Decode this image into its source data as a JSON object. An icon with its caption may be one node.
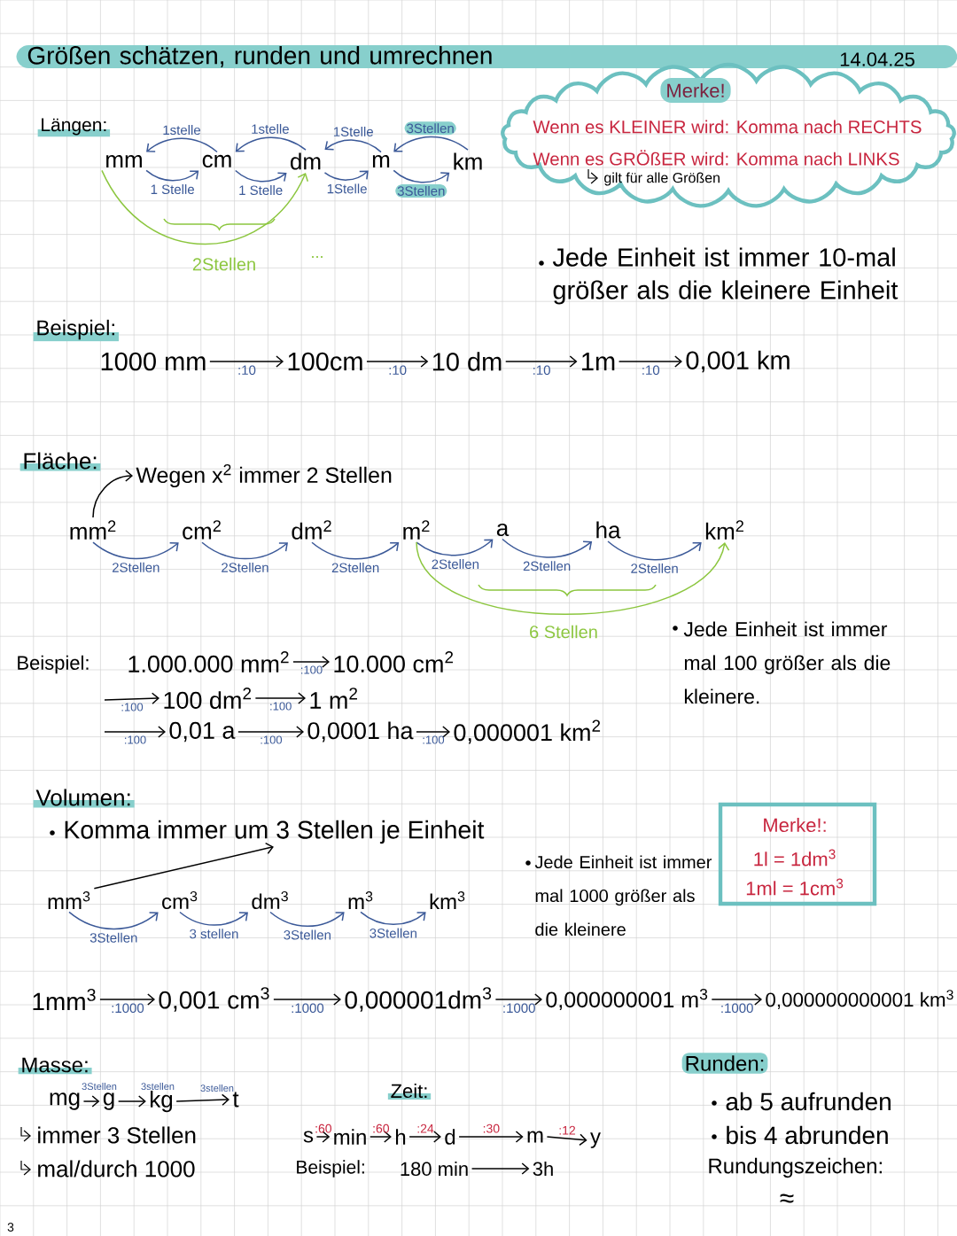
{
  "diagram": {
    "title": "Größen schätzen, runden und umrechnen",
    "nodes": [
      {
        "text": [
          "mm"
        ]
      },
      {
        "text": [
          "cm"
        ]
      },
      {
        "text": [
          "dm"
        ]
      },
      {
        "text": [
          "m"
        ]
      },
      {
        "text": [
          "km"
        ]
      },
      {
        "text": [
          "Merke!",
          "Wenn es KLEINER wird: Komma nach RECHTS",
          "Wenn es GRÖßER wird: Komma nach LINKS",
          "gilt für alle Größen"
        ]
      },
      {
        "text": [
          "1000 mm"
        ]
      },
      {
        "text": [
          "100cm"
        ]
      },
      {
        "text": [
          "10 dm"
        ]
      },
      {
        "text": [
          "1m"
        ]
      },
      {
        "text": [
          "0,001 km"
        ]
      },
      {
        "text": [
          "Wegen x$^{2}$ immer 2 Stellen"
        ]
      },
      {
        "text": [
          "mm$^{2}$"
        ]
      },
      {
        "text": [
          "cm$^{2}$"
        ]
      },
      {
        "text": [
          "dm$^{2}$"
        ]
      },
      {
        "text": [
          "m$^{2}$"
        ]
      },
      {
        "text": [
          "a"
        ]
      },
      {
        "text": [
          "ha"
        ]
      },
      {
        "text": [
          "km$^{2}$"
        ]
      },
      {
        "text": [
          "1.000.000 mm$^{2}$"
        ]
      },
      {
        "text": [
          "10.000 cm$^{2}$"
        ]
      },
      {
        "text": [
          "100 dm$^{2}$"
        ]
      },
      {
        "text": [
          "1 m$^{2}$"
        ]
      },
      {
        "text": [
          "0,01 a"
        ]
      },
      {
        "text": [
          "0,0001 ha"
        ]
      },
      {
        "text": [
          "0,000001 km$^{2}$"
        ]
      },
      {
        "text": [
          "Komma immer um 3 Stellen je Einheit"
        ]
      },
      {
        "text": [
          "mm$^{3}$"
        ]
      },
      {
        "text": [
          "cm$^{3}$"
        ]
      },
      {
        "text": [
          "dm$^{3}$"
        ]
      },
      {
        "text": [
          "m$^{3}$"
        ]
      },
      {
        "text": [
          "km$^{3}$"
        ]
      },
      {
        "text": [
          "Merke!:",
          "1l = 1dm$^{3}$",
          "1ml = 1cm$^{3}$"
        ]
      },
      {
        "text": [
          "1mm$^{3}$"
        ]
      },
      {
        "text": [
          "0,001 cm$^{3}$"
        ]
      },
      {
        "text": [
          "0,000001dm$^{3}$"
        ]
      },
      {
        "text": [
          "0,000000001 m$^{3}$"
        ]
      },
      {
        "text": [
          "0,000000000001 km$^{3}$"
        ]
      },
      {
        "text": [
          "mg"
        ]
      },
      {
        "text": [
          "g"
        ]
      },
      {
        "text": [
          "kg"
        ]
      },
      {
        "text": [
          "t"
        ]
      },
      {
        "text": [
          "s"
        ]
      },
      {
        "text": [
          "min"
        ]
      },
      {
        "text": [
          "h"
        ]
      },
      {
        "text": [
          "d"
        ]
      },
      {
        "text": [
          "m"
        ]
      },
      {
        "text": [
          "y"
        ]
      },
      {
        "text": [
          "180 min"
        ]
      },
      {
        "text": [
          "3h"
        ]
      }
    ],
    "edges": [
      {
        "from": 0,
        "to": 1,
        "arrow": "to",
        "label": "1 Stelle",
        "color": "#3b5998"
      },
      {
        "from": 1,
        "to": 2,
        "arrow": "to",
        "label": "1 Stelle",
        "color": "#3b5998"
      },
      {
        "from": 2,
        "to": 3,
        "arrow": "to",
        "label": "1Stelle",
        "color": "#3b5998"
      },
      {
        "from": 3,
        "to": 4,
        "arrow": "to",
        "label": "3Stellen",
        "color": "#3b5998"
      },
      {
        "from": 1,
        "to": 0,
        "arrow": "to",
        "label": "1stelle",
        "color": "#3b5998"
      },
      {
        "from": 2,
        "to": 1,
        "arrow": "to",
        "label": "1stelle",
        "color": "#3b5998"
      },
      {
        "from": 3,
        "to": 2,
        "arrow": "to",
        "label": "1Stelle",
        "color": "#3b5998"
      },
      {
        "from": 4,
        "to": 3,
        "arrow": "to",
        "label": "3Stellen",
        "color": "#3b5998"
      },
      {
        "from": 0,
        "to": 2,
        "arrow": "to",
        "label": "2Stellen",
        "color": "#8cc63f"
      },
      {
        "from": 6,
        "to": 7,
        "arrow": "to",
        "label": ":10"
      },
      {
        "from": 7,
        "to": 8,
        "arrow": "to",
        "label": ":10"
      },
      {
        "from": 8,
        "to": 9,
        "arrow": "to",
        "label": ":10"
      },
      {
        "from": 9,
        "to": 10,
        "arrow": "to",
        "label": ":10"
      },
      {
        "from": 12,
        "to": 11,
        "arrow": "to"
      },
      {
        "from": 12,
        "to": 13,
        "arrow": "to",
        "label": "2Stellen",
        "color": "#3b5998"
      },
      {
        "from": 13,
        "to": 14,
        "arrow": "to",
        "label": "2Stellen",
        "color": "#3b5998"
      },
      {
        "from": 14,
        "to": 15,
        "arrow": "to",
        "label": "2Stellen",
        "color": "#3b5998"
      },
      {
        "from": 15,
        "to": 16,
        "arrow": "to",
        "label": "2Stellen",
        "color": "#3b5998"
      },
      {
        "from": 16,
        "to": 17,
        "arrow": "to",
        "label": "2Stellen",
        "color": "#3b5998"
      },
      {
        "from": 17,
        "to": 18,
        "arrow": "to",
        "label": "2Stellen",
        "color": "#3b5998"
      },
      {
        "from": 15,
        "to": 18,
        "arrow": "to",
        "label": "6 Stellen",
        "color": "#8cc63f"
      },
      {
        "from": 19,
        "to": 20,
        "arrow": "to",
        "label": ":100"
      },
      {
        "from": null,
        "to": 21,
        "arrow": "to",
        "label": ":100"
      },
      {
        "from": 21,
        "to": 22,
        "arrow": "to",
        "label": ":100"
      },
      {
        "from": null,
        "to": 23,
        "arrow": "to",
        "label": ":100"
      },
      {
        "from": 23,
        "to": 24,
        "arrow": "to",
        "label": ":100"
      },
      {
        "from": 24,
        "to": 25,
        "arrow": "to",
        "label": ":100"
      },
      {
        "from": 27,
        "to": 26,
        "arrow": "to"
      },
      {
        "from": 27,
        "to": 28,
        "arrow": "to",
        "label": "3Stellen",
        "color": "#3b5998"
      },
      {
        "from": 28,
        "to": 29,
        "arrow": "to",
        "label": "3 stellen",
        "color": "#3b5998"
      },
      {
        "from": 29,
        "to": 30,
        "arrow": "to",
        "label": "3Stellen",
        "color": "#3b5998"
      },
      {
        "from": 30,
        "to": 31,
        "arrow": "to",
        "label": "3Stellen",
        "color": "#3b5998"
      },
      {
        "from": 33,
        "to": 34,
        "arrow": "to",
        "label": ":1000"
      },
      {
        "from": 34,
        "to": 35,
        "arrow": "to",
        "label": ":1000"
      },
      {
        "from": 35,
        "to": 36,
        "arrow": "to",
        "label": ":1000"
      },
      {
        "from": 36,
        "to": 37,
        "arrow": "to",
        "label": ":1000"
      },
      {
        "from": 38,
        "to": 39,
        "arrow": "to",
        "label": "3Stellen"
      },
      {
        "from": 39,
        "to": 40,
        "arrow": "to",
        "label": "3stellen"
      },
      {
        "from": 40,
        "to": 41,
        "arrow": "to",
        "label": "3stellen"
      },
      {
        "from": 42,
        "to": 43,
        "arrow": "to",
        "label": ":60"
      },
      {
        "from": 43,
        "to": 44,
        "arrow": "to",
        "label": ":60"
      },
      {
        "from": 44,
        "to": 45,
        "arrow": "to",
        "label": ":24"
      },
      {
        "from": 45,
        "to": 46,
        "arrow": "to",
        "label": ":30"
      },
      {
        "from": 46,
        "to": 47,
        "arrow": "to",
        "label": ":12"
      },
      {
        "from": 48,
        "to": 49,
        "arrow": "to"
      }
    ],
    "labels": [
      "14.04.25",
      "Längen:",
      "...",
      "Jede Einheit ist immer 10-mal größer als die kleinere Einheit",
      "Beispiel:",
      "Fläche:",
      "Jede Einheit ist immer mal 100 größer als die kleinere.",
      "Beispiel:",
      "Volumen:",
      "Jede Einheit ist immer mal 1000 größer als die kleinere",
      "Masse:",
      "immer 3 Stellen",
      "mal/durch 1000",
      "Zeit:",
      "Beispiel:",
      "Runden:",
      "ab 5 aufrunden",
      "bis 4 abrunden",
      "Rundungszeichen:",
      "≈",
      "3"
    ]
  }
}
